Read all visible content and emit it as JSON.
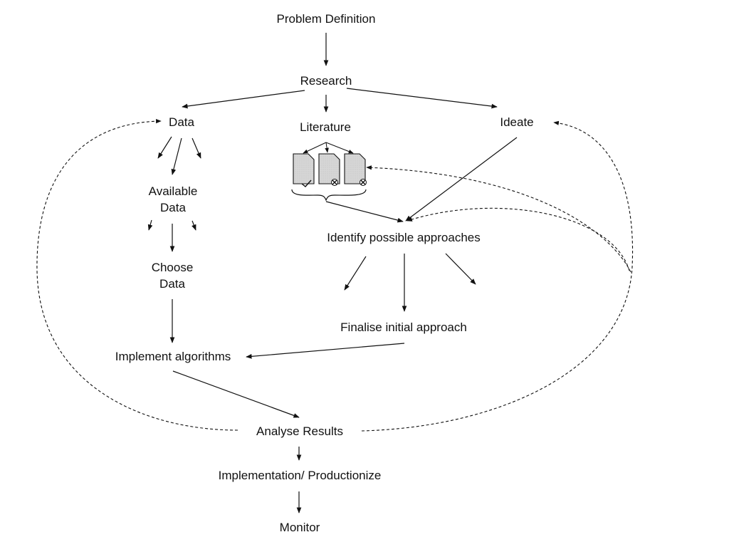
{
  "nodes": {
    "problem_definition": "Problem Definition",
    "research": "Research",
    "data": "Data",
    "literature": "Literature",
    "ideate": "Ideate",
    "available_data": [
      "Available",
      "Data"
    ],
    "choose_data": [
      "Choose",
      "Data"
    ],
    "identify_approaches": "Identify possible approaches",
    "finalise_approach": "Finalise initial approach",
    "implement_algorithms": "Implement algorithms",
    "analyse_results": "Analyse Results",
    "productionize": "Implementation/ Productionize",
    "monitor": "Monitor"
  },
  "colors": {
    "line": "#111111",
    "document_fill": "#d9d9d9",
    "text": "#111111"
  },
  "icons": [
    "document-icon",
    "check-mark-icon",
    "cross-mark-icon",
    "brace-icon"
  ]
}
